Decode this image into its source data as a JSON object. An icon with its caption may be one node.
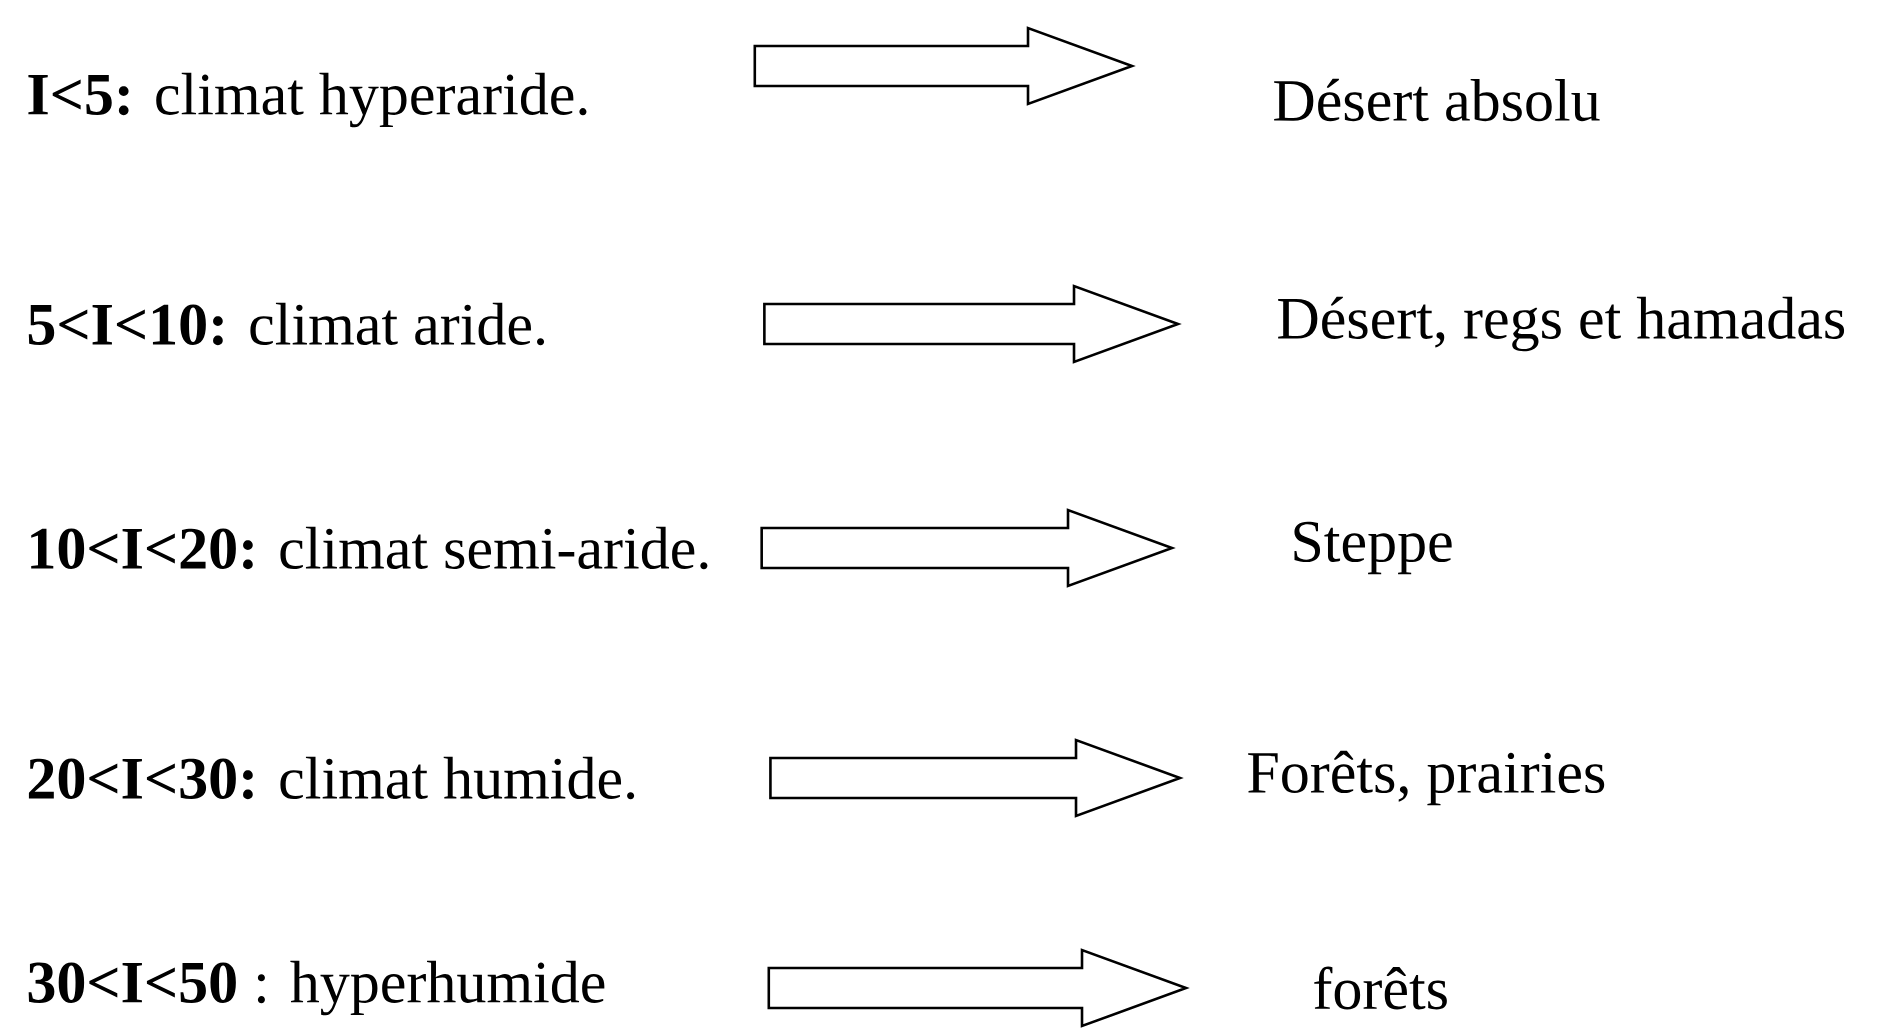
{
  "diagram": {
    "nodes": [
      {
        "text": [
          "**I<5:** climat hyperaride."
        ]
      },
      {
        "text": [
          "Désert absolu"
        ]
      },
      {
        "text": [
          "**5<I<10:** climat aride."
        ]
      },
      {
        "text": [
          "Désert, regs et hamadas"
        ]
      },
      {
        "text": [
          "**10<I<20:** climat semi-aride."
        ]
      },
      {
        "text": [
          "Steppe"
        ]
      },
      {
        "text": [
          "**20<I<30:** climat humide."
        ]
      },
      {
        "text": [
          "Forêts, prairies"
        ]
      },
      {
        "text": [
          "**30<I<50** : hyperhumide"
        ]
      },
      {
        "text": [
          "forêts"
        ]
      }
    ],
    "edges": [
      {
        "from": 0,
        "to": 1,
        "arrow": "to"
      },
      {
        "from": 2,
        "to": 3,
        "arrow": "to"
      },
      {
        "from": 4,
        "to": 5,
        "arrow": "to"
      },
      {
        "from": 6,
        "to": 7,
        "arrow": "to"
      },
      {
        "from": 8,
        "to": 9,
        "arrow": "to"
      }
    ]
  }
}
